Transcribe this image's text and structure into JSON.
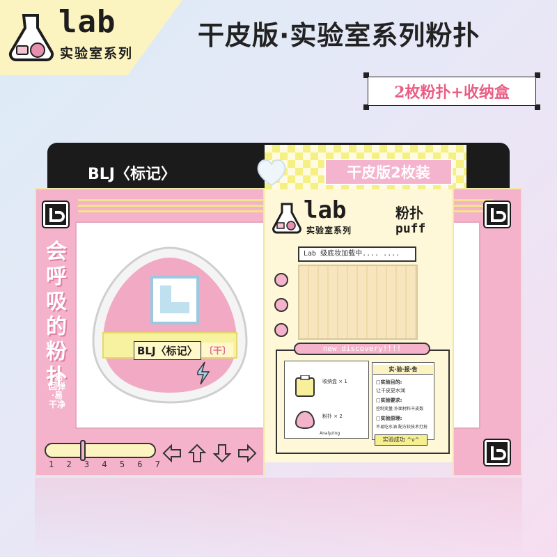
{
  "brand": {
    "logo_word": "lab",
    "series": "实验室系列"
  },
  "header": {
    "title": "干皮版·实验室系列粉扑",
    "subtitle": "2枚粉扑+收纳盒"
  },
  "box": {
    "tag": "BLJ〈标记〉",
    "pack_label": "干皮版2枚装",
    "vertical_text": "会呼吸的粉扑",
    "vertical_sub": "·易回弹·易干净",
    "puff_label": "BLJ〈标记〉",
    "puff_tag": "〔干〕",
    "slider_scale": [
      "1",
      "2",
      "3",
      "4",
      "5",
      "6",
      "7"
    ],
    "slider_value": 3
  },
  "panel": {
    "logo_word": "lab",
    "series": "实验室系列",
    "name_cn": "粉扑",
    "name_en": "puff",
    "loading": "Lab 级底妆加载中.... ....",
    "discovery": "new discovery!!!!",
    "report": {
      "item1": "收纳盒 × 1",
      "item2": "粉扑 × 2",
      "title": "实·验·报·告",
      "q1": "□实验目的:",
      "a1": "让干皮更水润",
      "q2": "□实验要求:",
      "a2": "控制变量-扑面材料干皮数",
      "q3": "□实验原理:",
      "a3": "不易吃水油 配方较技术打扮",
      "result": "实验成功 ^v^",
      "footnote": "Analyzing"
    }
  },
  "colors": {
    "pink": "#f4b3ca",
    "yellow": "#fbf3c0",
    "black": "#1b1b1b",
    "accent_pink_text": "#ea5d83"
  }
}
